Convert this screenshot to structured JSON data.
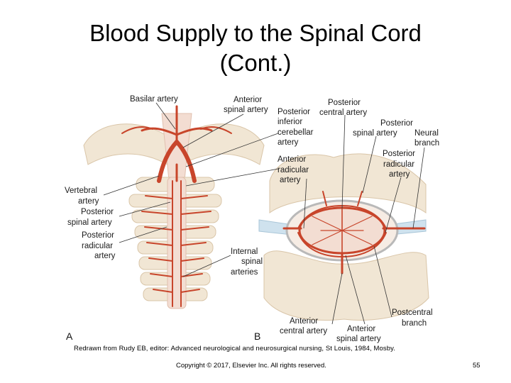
{
  "slide": {
    "title_line1": "Blood Supply to the Spinal Cord",
    "title_line2": "(Cont.)",
    "credit": "Redrawn from Rudy EB, editor: Advanced neurological and neurosurgical nursing, St Louis, 1984, Mosby.",
    "copyright": "Copyright © 2017, Elsevier Inc. All rights reserved.",
    "page_number": "55"
  },
  "figure": {
    "panel_a": "A",
    "panel_b": "B",
    "labels": {
      "basilar_artery": "Basilar artery",
      "anterior_spinal_artery_1": "Anterior",
      "anterior_spinal_artery_2": "spinal artery",
      "pica_1": "Posterior",
      "pica_2": "inferior",
      "pica_3": "cerebellar",
      "pica_4": "artery",
      "posterior_central_1": "Posterior",
      "posterior_central_2": "central artery",
      "posterior_spinal_b_1": "Posterior",
      "posterior_spinal_b_2": "spinal artery",
      "neural_branch_1": "Neural",
      "neural_branch_2": "branch",
      "anterior_radicular_1": "Anterior",
      "anterior_radicular_2": "radicular",
      "anterior_radicular_3": "artery",
      "posterior_radicular_b_1": "Posterior",
      "posterior_radicular_b_2": "radicular",
      "posterior_radicular_b_3": "artery",
      "vertebral_1": "Vertebral",
      "vertebral_2": "artery",
      "posterior_spinal_a_1": "Posterior",
      "posterior_spinal_a_2": "spinal artery",
      "posterior_radicular_a_1": "Posterior",
      "posterior_radicular_a_2": "radicular",
      "posterior_radicular_a_3": "artery",
      "internal_spinal_1": "Internal",
      "internal_spinal_2": "spinal",
      "internal_spinal_3": "arteries",
      "anterior_central_1": "Anterior",
      "anterior_central_2": "central artery",
      "anterior_spinal_b_1": "Anterior",
      "anterior_spinal_b_2": "spinal artery",
      "postcentral_1": "Postcentral",
      "postcentral_2": "branch"
    }
  },
  "colors": {
    "artery": "#c8452b",
    "bone": "#f1e6d4",
    "bone_dot": "#e2cfb4",
    "cord": "#f3ddd2",
    "nerve": "#cfe2ee"
  }
}
